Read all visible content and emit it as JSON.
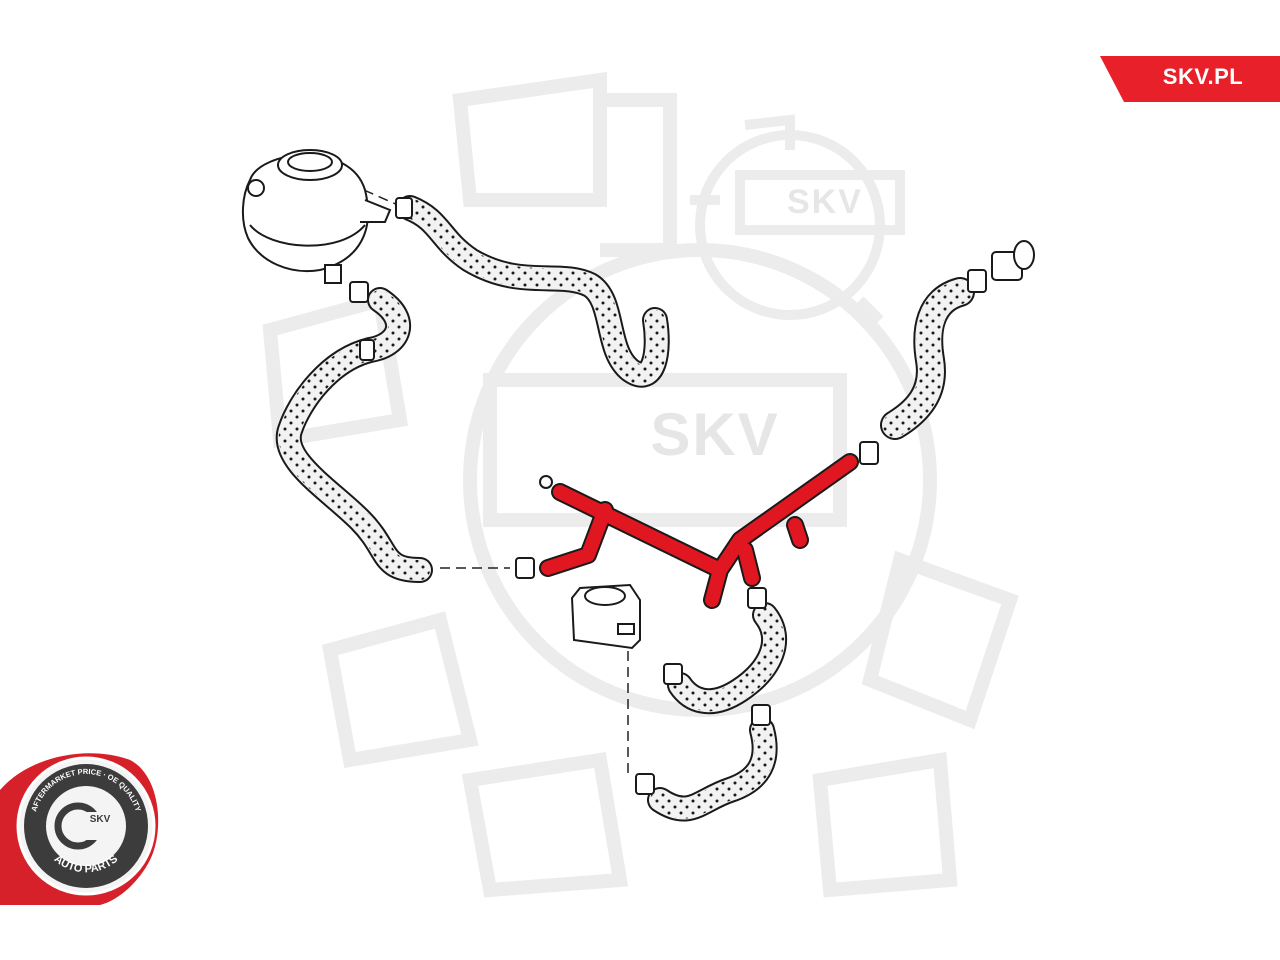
{
  "brand": {
    "site": "SKV.PL",
    "tab_color": "#e8202a"
  },
  "watermark": {
    "large": "SKV",
    "small": "SKV"
  },
  "badge": {
    "ring_text_top": "AFTERMARKET PRICE · OE QUALITY",
    "ring_text_bottom": "AUTO PARTS",
    "center": "SKV",
    "ring_color": "#d6202a",
    "inner_color": "#3c3c3c"
  },
  "diagram": {
    "highlight_color": "#e01620",
    "hose_color": "#f2f2f2",
    "outline_color": "#1a1a1a",
    "parts": [
      "expansion-tank",
      "small-reservoir",
      "coolant-pipe-highlighted",
      "hose-tank-upper",
      "hose-tank-lower-left",
      "hose-right-upper",
      "hose-right-lower",
      "hose-bottom"
    ]
  }
}
